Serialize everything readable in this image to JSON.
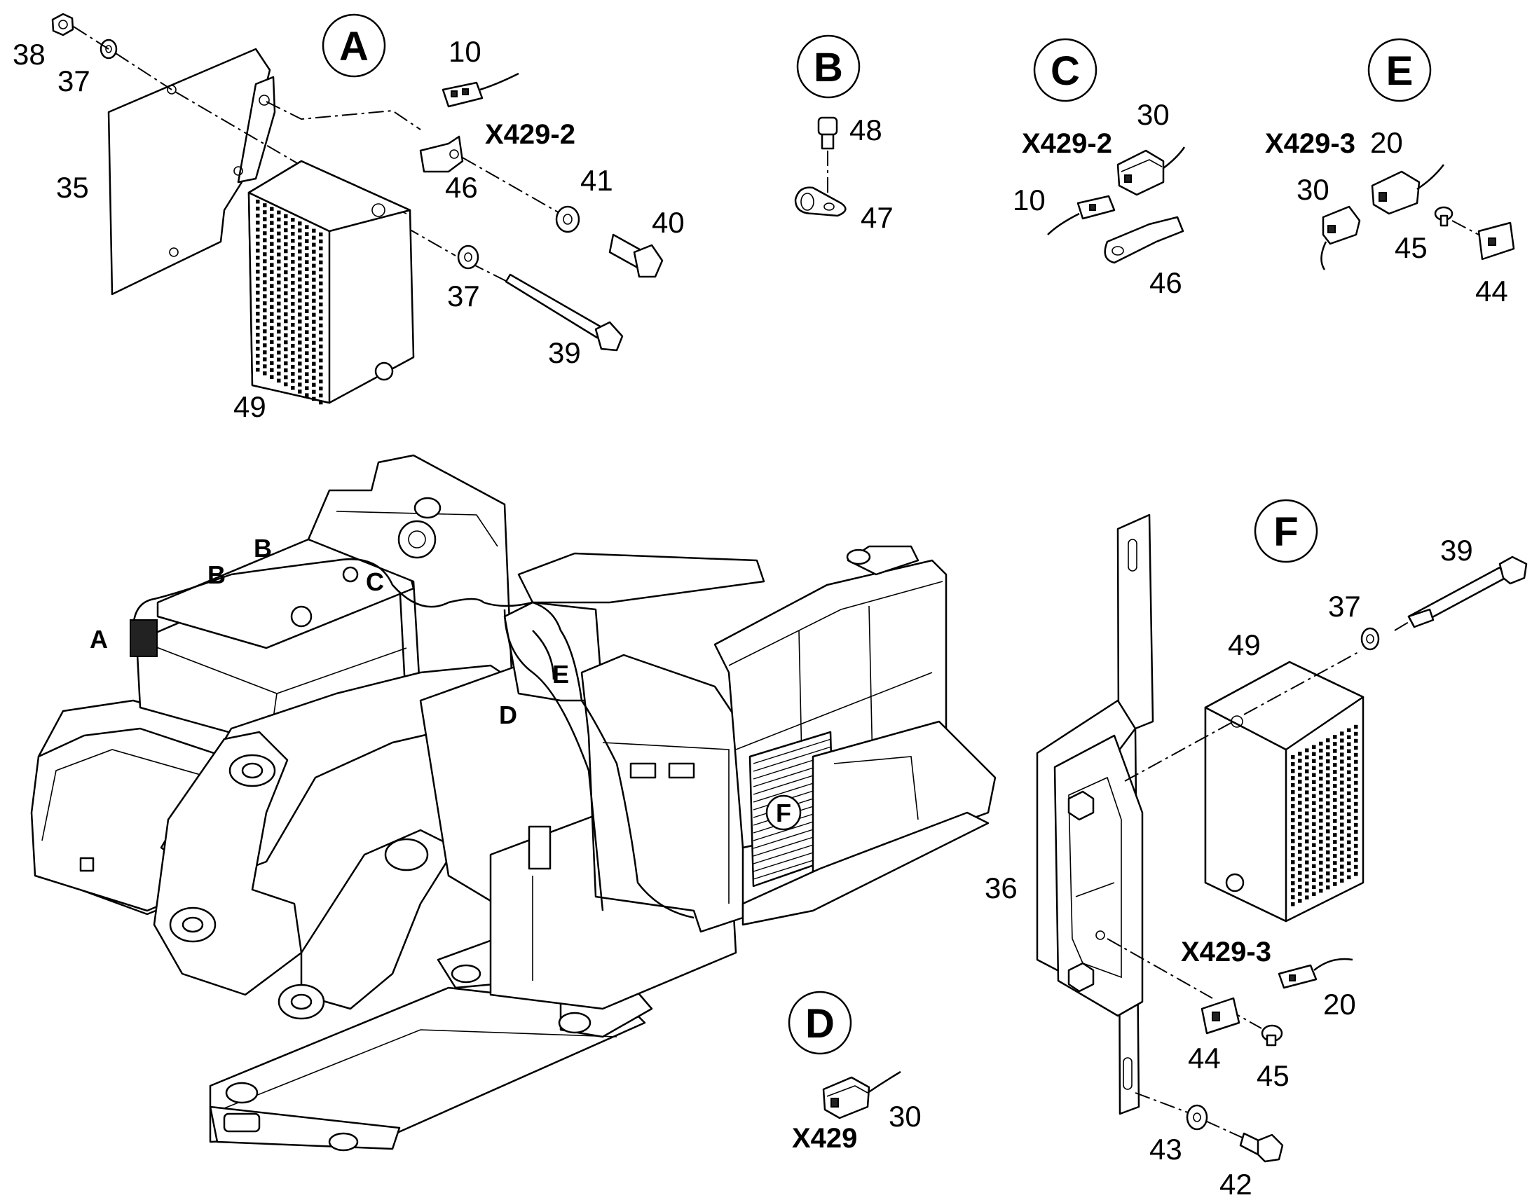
{
  "views": {
    "a": "A",
    "b": "B",
    "c": "C",
    "e": "E",
    "f": "F",
    "d": "D"
  },
  "parts": {
    "p38": "38",
    "p37a": "37",
    "p35": "35",
    "p37b": "37",
    "p39a": "39",
    "p49a": "49",
    "p10a": "10",
    "p46a": "46",
    "p41": "41",
    "p40": "40",
    "p48": "48",
    "p47": "47",
    "p30c": "30",
    "p10c": "10",
    "p46c": "46",
    "p20e": "20",
    "p30e": "30",
    "p45e": "45",
    "p44e": "44",
    "p39f": "39",
    "p37f": "37",
    "p49f": "49",
    "p36": "36",
    "p20f": "20",
    "p44f": "44",
    "p45f": "45",
    "p43": "43",
    "p42": "42",
    "p30d": "30"
  },
  "connectors": {
    "x429_2_a": "X429-2",
    "x429_2_c": "X429-2",
    "x429_3_e": "X429-3",
    "x429_3_f": "X429-3",
    "x429_d": "X429"
  },
  "locators": {
    "a": "A",
    "b1": "B",
    "b2": "B",
    "c": "C",
    "d": "D",
    "e": "E",
    "f": "F"
  }
}
